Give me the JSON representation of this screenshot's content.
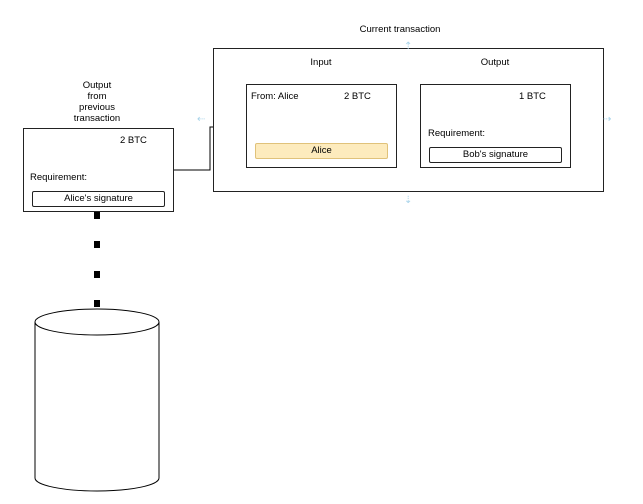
{
  "diagram": {
    "current_transaction": {
      "title": "Current transaction",
      "input": {
        "header": "Input",
        "from_label": "From: Alice",
        "amount": "2 BTC",
        "signer": "Alice"
      },
      "output": {
        "header": "Output",
        "amount": "1 BTC",
        "requirement_label": "Requirement:",
        "requirement": "Bob's signature"
      }
    },
    "previous_output": {
      "caption_lines": [
        "Output",
        "from",
        "previous",
        "transaction"
      ],
      "amount": "2 BTC",
      "requirement_label": "Requirement:",
      "requirement": "Alice's signature"
    }
  },
  "colors": {
    "stroke": "#222222",
    "alice_fill": "#fdebbd",
    "alice_border": "#e0c27a",
    "selection_handle": "#a9d4ea"
  }
}
